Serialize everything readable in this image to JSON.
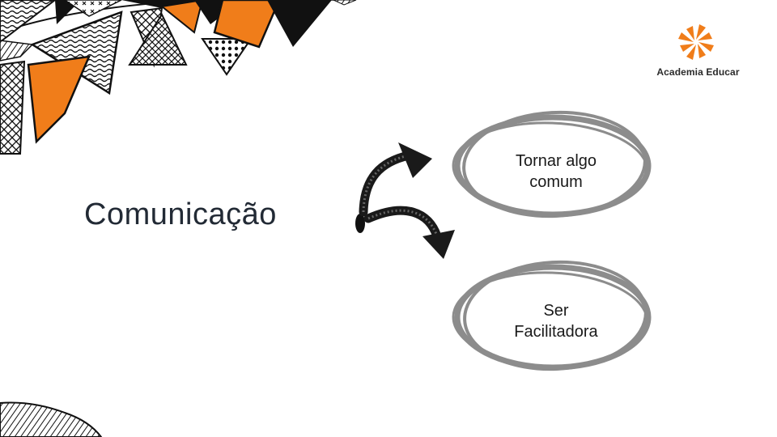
{
  "logo": {
    "name": "Academia Educar",
    "brand_color": "#f07d1a"
  },
  "title": "Comunicação",
  "bubbles": [
    {
      "line1": "Tornar algo",
      "line2": "comum"
    },
    {
      "line1": "Ser",
      "line2": "Facilitadora"
    }
  ],
  "colors": {
    "accent": "#f07d1a",
    "ink": "#111111",
    "oval": "#8c8c8c"
  }
}
